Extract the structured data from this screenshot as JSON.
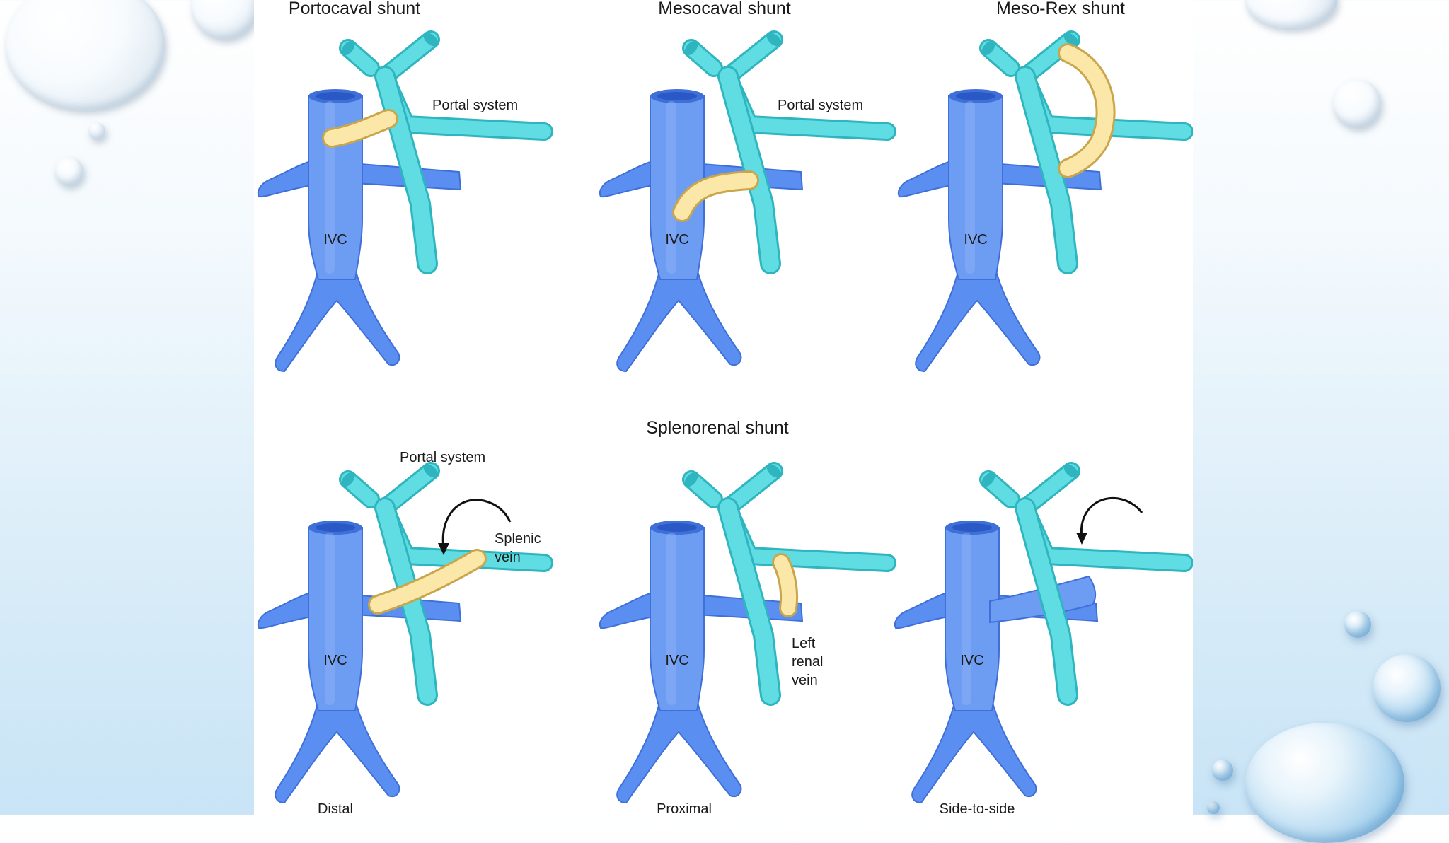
{
  "colors": {
    "ivc": "#5a8ef0",
    "ivc_dark": "#3f6fd8",
    "portal": "#5fdde2",
    "portal_dark": "#2fb5bf",
    "shunt": "#fbe7a8",
    "shunt_dark": "#c9a64c"
  },
  "panels": [
    {
      "title": "Portocaval shunt",
      "caption": "",
      "labels": {
        "ivc": "IVC",
        "portal": "Portal system"
      }
    },
    {
      "title": "Mesocaval shunt",
      "caption": "",
      "labels": {
        "ivc": "IVC",
        "portal": "Portal system"
      }
    },
    {
      "title": "Meso-Rex shunt",
      "caption": "",
      "labels": {
        "ivc": "IVC"
      }
    },
    {
      "title": "",
      "caption": "Distal",
      "labels": {
        "ivc": "IVC",
        "portal": "Portal system",
        "splenic": "Splenic\nvein",
        "splenic_1": "Splenic",
        "splenic_2": "vein"
      }
    },
    {
      "title": "",
      "caption": "Proximal",
      "labels": {
        "ivc": "IVC",
        "renal_1": "Left",
        "renal_2": "renal",
        "renal_3": "vein"
      }
    },
    {
      "title": "",
      "caption": "Side-to-side",
      "labels": {
        "ivc": "IVC"
      }
    }
  ],
  "group_title": "Splenorenal shunt"
}
